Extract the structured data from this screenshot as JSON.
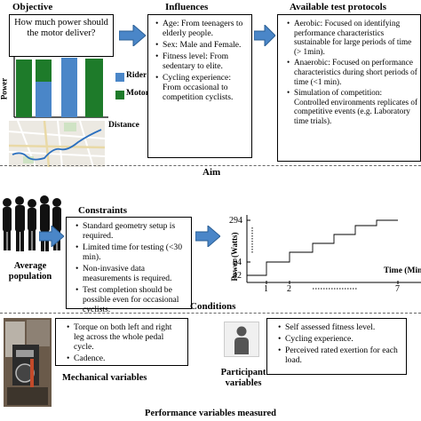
{
  "objective": {
    "title": "Objective",
    "question": "How much power should the motor deliver?",
    "chart": {
      "y_label": "Power",
      "x_label": "Distance",
      "legend": [
        {
          "name": "Rider",
          "color": "#4a86c8"
        },
        {
          "name": "Motor",
          "color": "#1e7b2a"
        }
      ]
    }
  },
  "influences": {
    "title": "Influences",
    "items": [
      "Age: From teenagers to elderly people.",
      "Sex: Male and Female.",
      "Fitness level: From sedentary to elite.",
      "Cycling experience: From occasional to competition cyclists."
    ]
  },
  "protocols": {
    "title": "Available test protocols",
    "items": [
      "Aerobic: Focused on identifying performance characteristics sustainable for large periods of time (> 1min).",
      "Anaerobic: Focused on performance characteristics during short periods of time (<1 min).",
      "Simulation of competition: Controlled environments replicates of competitive events (e.g. Laboratory time trials)."
    ]
  },
  "aim": {
    "label": "Aim"
  },
  "population": {
    "label_line1": "Average",
    "label_line2": "population"
  },
  "constraints": {
    "title": "Constraints",
    "items": [
      "Standard geometry setup is required.",
      "Limited time for testing (<30 min).",
      "Non-invasive data measurements is required.",
      "Test completion should be possible even for occasional cyclists."
    ]
  },
  "step_chart": {
    "y_label": "Power (Watts)",
    "x_label": "Time (Min)",
    "y_ticks": [
      "294",
      "84",
      "42"
    ],
    "x_ticks": [
      "1",
      "2",
      "7"
    ]
  },
  "conditions": {
    "label": "Conditions"
  },
  "mechanical": {
    "items": [
      "Torque on both left and right leg across the whole pedal cycle.",
      "Cadence."
    ],
    "label": "Mechanical variables"
  },
  "participant": {
    "items": [
      "Self assessed fitness level.",
      "Cycling experience.",
      "Perceived rated exertion for each load."
    ],
    "label_line1": "Participant",
    "label_line2": "variables"
  },
  "footer": {
    "label": "Performance variables measured"
  }
}
